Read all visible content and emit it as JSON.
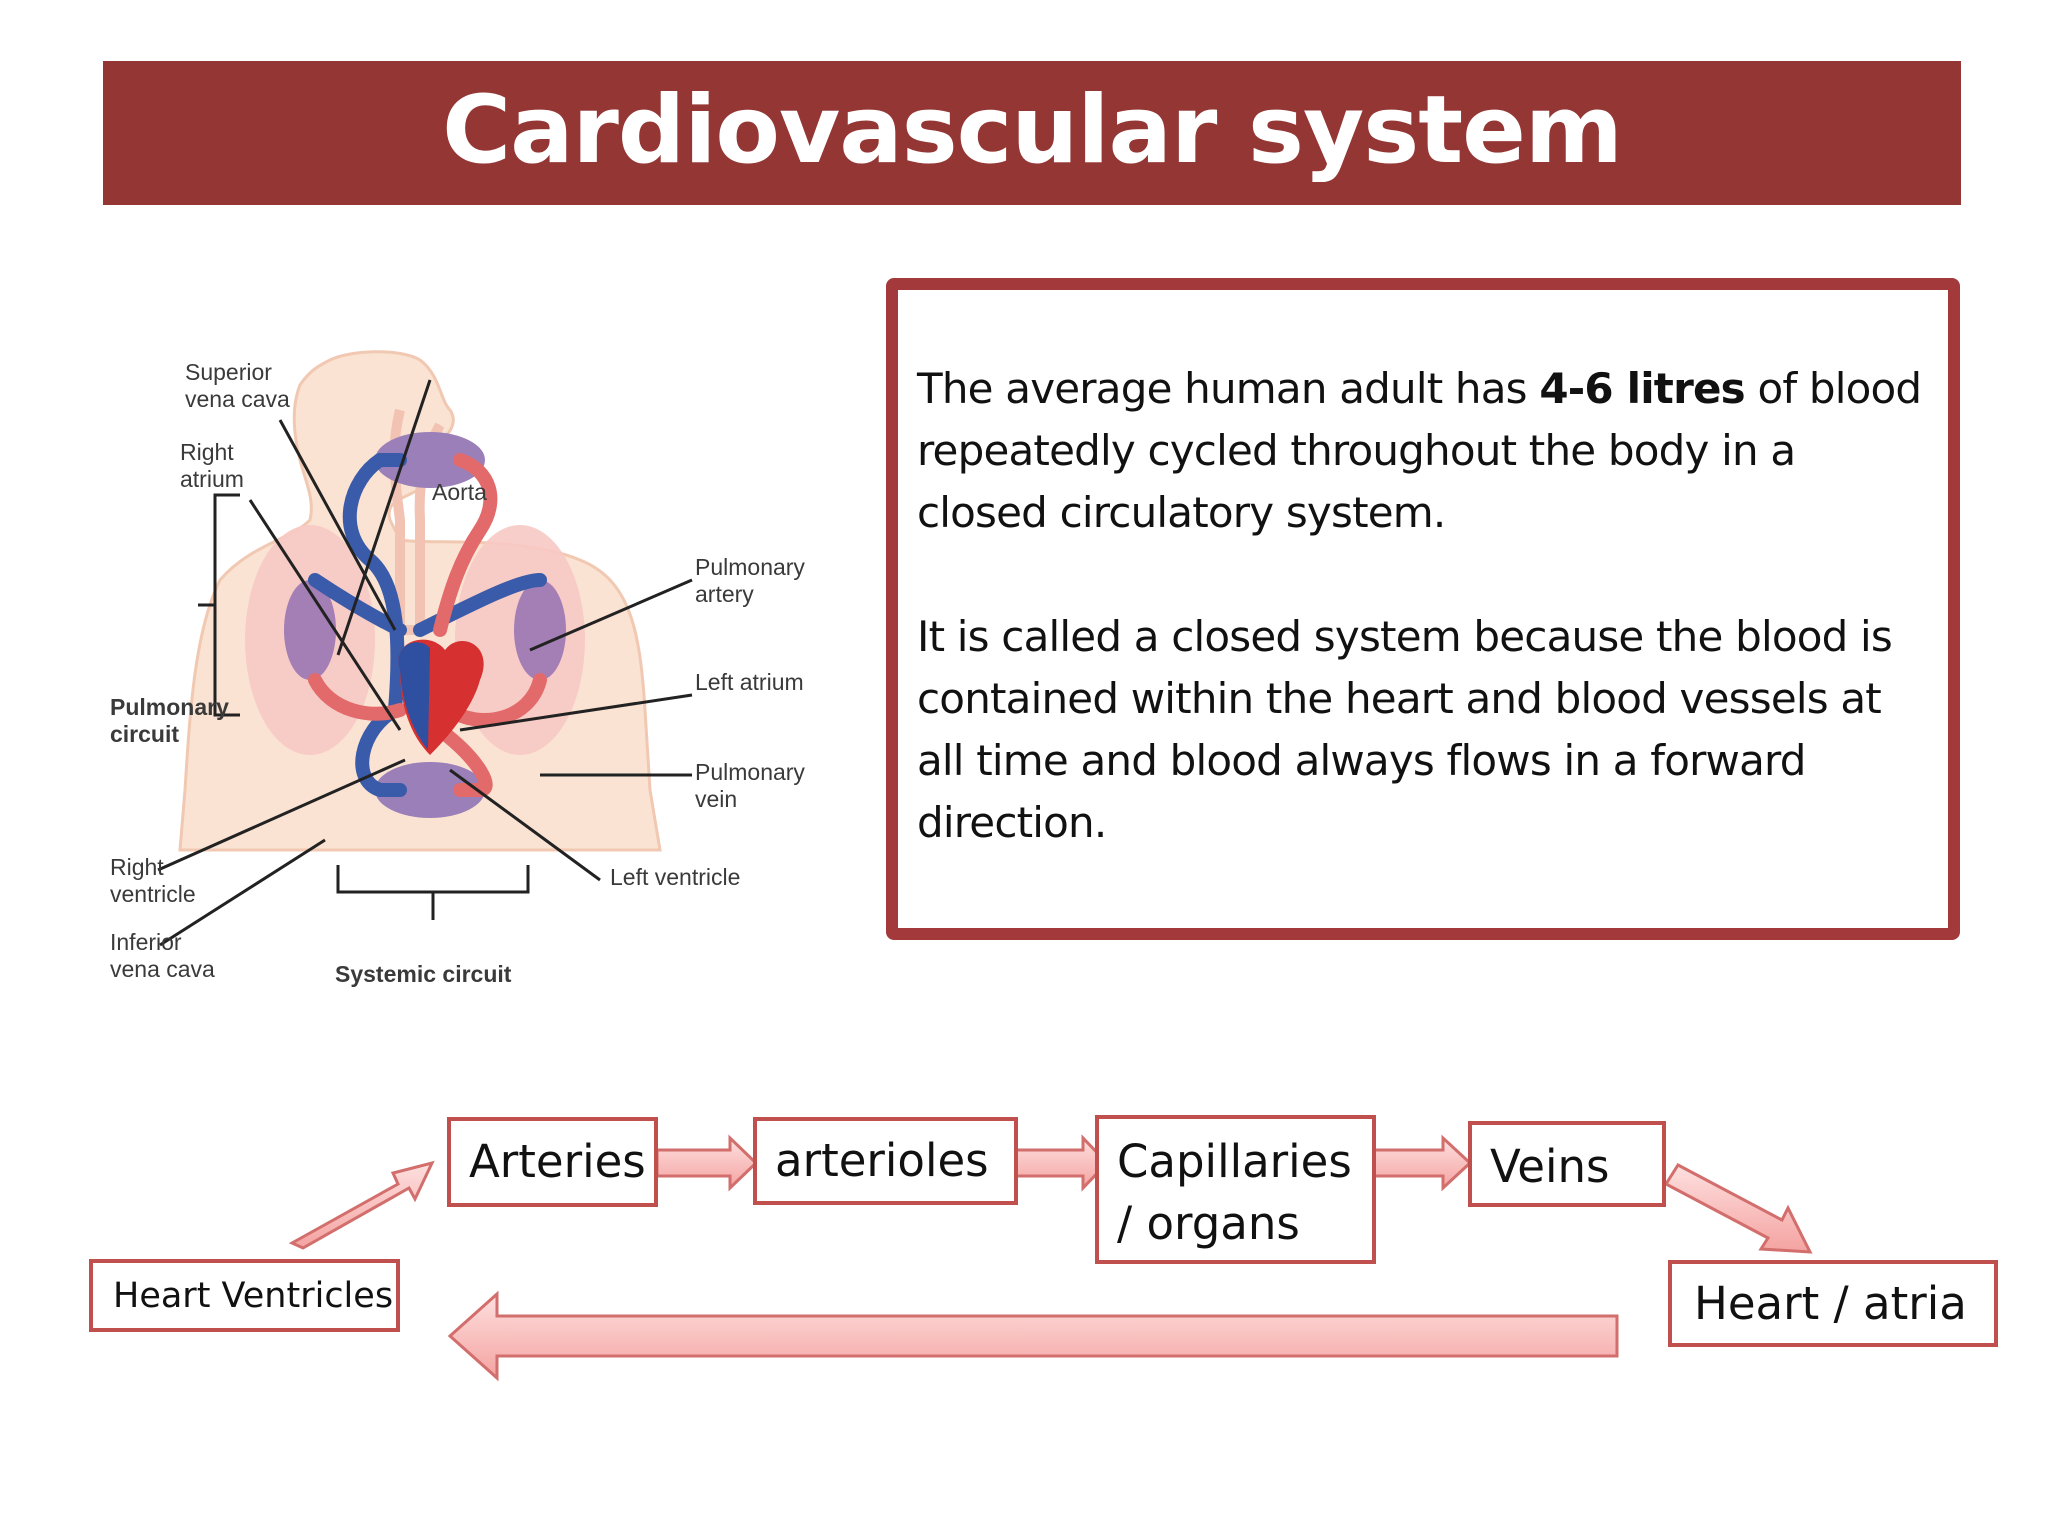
{
  "title": "Cardiovascular system",
  "diagram": {
    "labels": {
      "superior_vena_cava": [
        "Superior",
        "vena cava"
      ],
      "right_atrium": [
        "Right",
        "atrium"
      ],
      "aorta": "Aorta",
      "pulmonary_artery": [
        "Pulmonary",
        "artery"
      ],
      "left_atrium": "Left atrium",
      "pulmonary_circuit": [
        "Pulmonary",
        "circuit"
      ],
      "pulmonary_vein": [
        "Pulmonary",
        "vein"
      ],
      "right_ventricle": [
        "Right",
        "ventricle"
      ],
      "left_ventricle": "Left ventricle",
      "inferior_vena_cava": [
        "Inferior",
        "vena cava"
      ],
      "systemic_circuit": "Systemic circuit"
    }
  },
  "info": {
    "p1_before": "The average human adult has ",
    "p1_bold": "4-6 litres",
    "p1_after": " of blood repeatedly cycled throughout the body in a closed circulatory system.",
    "p2": "It is called a closed system because the blood is contained within the heart and blood vessels at all time and blood always flows in a forward direction."
  },
  "flow": {
    "arteries": "Arteries",
    "arterioles": "arterioles",
    "capillaries": [
      "Capillaries",
      "/ organs"
    ],
    "veins": "Veins",
    "heart_atria": "Heart / atria",
    "heart_ventricles": "Heart Ventricles"
  },
  "colors": {
    "banner": "#943634",
    "box_border": "#c0504d",
    "arrow_fill": "#f6b5b4"
  }
}
